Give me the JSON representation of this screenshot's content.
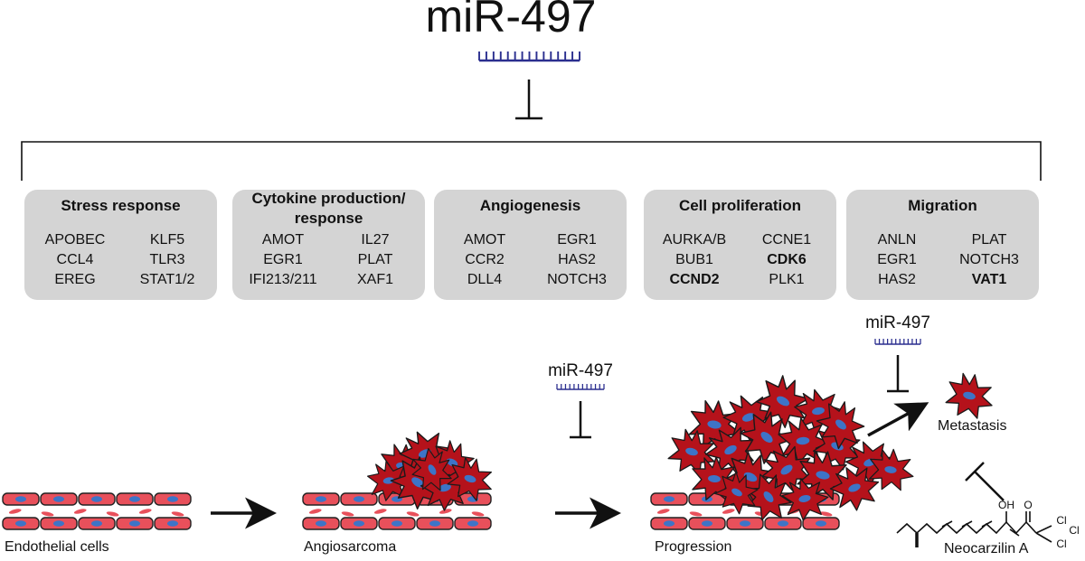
{
  "main_title": "miR-497",
  "categories": [
    {
      "title_lines": [
        "Stress response"
      ],
      "genes": [
        [
          "APOBEC",
          "KLF5"
        ],
        [
          "CCL4",
          "TLR3"
        ],
        [
          "EREG",
          "STAT1/2"
        ]
      ],
      "bold": []
    },
    {
      "title_lines": [
        "Cytokine production/",
        "response"
      ],
      "genes": [
        [
          "AMOT",
          "IL27"
        ],
        [
          "EGR1",
          "PLAT"
        ],
        [
          "IFI213/211",
          "XAF1"
        ]
      ],
      "bold": []
    },
    {
      "title_lines": [
        "Angiogenesis"
      ],
      "genes": [
        [
          "AMOT",
          "EGR1"
        ],
        [
          "CCR2",
          "HAS2"
        ],
        [
          "DLL4",
          "NOTCH3"
        ]
      ],
      "bold": []
    },
    {
      "title_lines": [
        "Cell proliferation"
      ],
      "genes": [
        [
          "AURKA/B",
          "CCNE1"
        ],
        [
          "BUB1",
          "CDK6"
        ],
        [
          "CCND2",
          "PLK1"
        ]
      ],
      "bold": [
        "CDK6",
        "CCND2"
      ]
    },
    {
      "title_lines": [
        "Migration"
      ],
      "genes": [
        [
          "ANLN",
          "PLAT"
        ],
        [
          "EGR1",
          "NOTCH3"
        ],
        [
          "HAS2",
          "VAT1"
        ]
      ],
      "bold": [
        "VAT1"
      ]
    }
  ],
  "stages": {
    "endothelial": "Endothelial cells",
    "angiosarcoma": "Angiosarcoma",
    "progression": "Progression",
    "metastasis": "Metastasis"
  },
  "inhibitors": {
    "mirna_progression": "miR-497",
    "mirna_metastasis": "miR-497",
    "compound": "Neocarzilin A"
  },
  "molecule_atoms": {
    "oh": "OH",
    "o": "O",
    "cl1": "Cl",
    "cl2": "Cl",
    "cl3": "Cl"
  },
  "colors": {
    "mirna_blue": "#2b2f8f",
    "box_gray": "#d4d4d4",
    "vessel_red": "#e8505b",
    "tumor_red": "#b5121b",
    "nucleus_blue": "#3d74c7"
  }
}
